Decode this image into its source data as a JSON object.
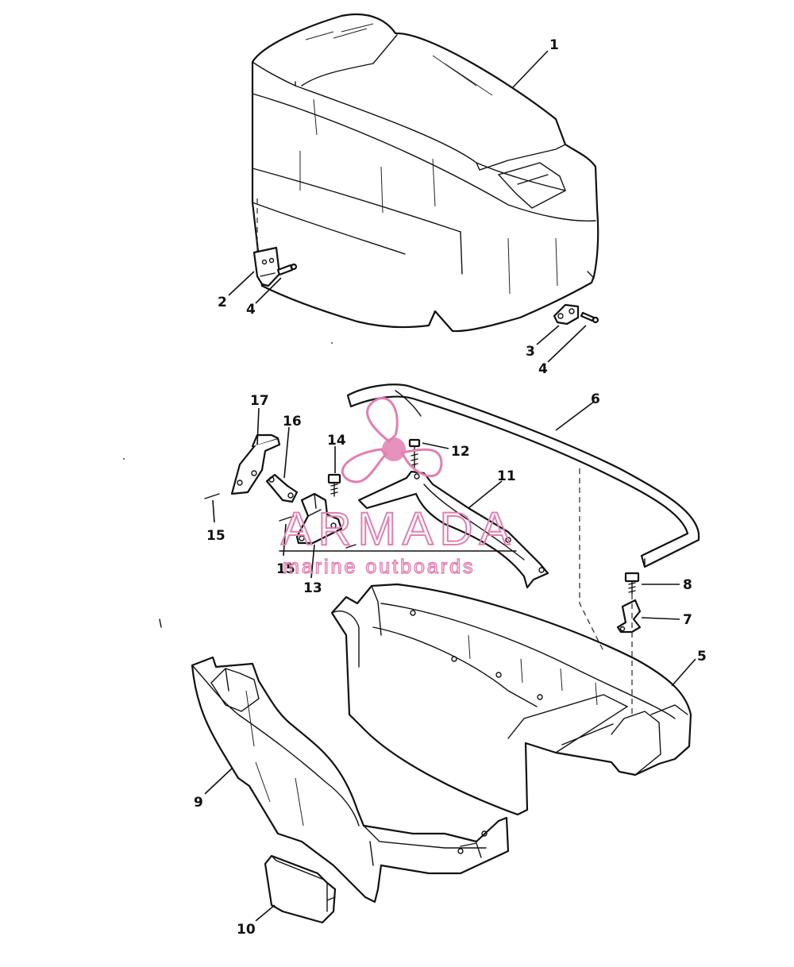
{
  "callouts": [
    {
      "id": "1",
      "label": "1"
    },
    {
      "id": "2",
      "label": "2"
    },
    {
      "id": "4a",
      "label": "4"
    },
    {
      "id": "3",
      "label": "3"
    },
    {
      "id": "4b",
      "label": "4"
    },
    {
      "id": "17",
      "label": "17"
    },
    {
      "id": "16",
      "label": "16"
    },
    {
      "id": "14",
      "label": "14"
    },
    {
      "id": "12",
      "label": "12"
    },
    {
      "id": "6",
      "label": "6"
    },
    {
      "id": "11",
      "label": "11"
    },
    {
      "id": "15a",
      "label": "15"
    },
    {
      "id": "15b",
      "label": "15"
    },
    {
      "id": "13",
      "label": "13"
    },
    {
      "id": "8",
      "label": "8"
    },
    {
      "id": "7",
      "label": "7"
    },
    {
      "id": "5",
      "label": "5"
    },
    {
      "id": "9",
      "label": "9"
    },
    {
      "id": "10",
      "label": "10"
    }
  ],
  "watermark": {
    "title": "ARMADA",
    "subtitle": "marine outboards",
    "color": "#e27fb0"
  },
  "colors": {
    "line": "#111111",
    "background": "#ffffff"
  }
}
